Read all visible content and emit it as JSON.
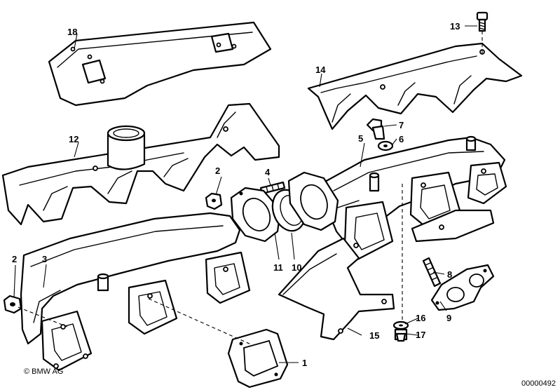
{
  "callouts": {
    "c1": "1",
    "c2a": "2",
    "c2b": "2",
    "c3": "3",
    "c4": "4",
    "c5": "5",
    "c6": "6",
    "c7": "7",
    "c8": "8",
    "c9": "9",
    "c10": "10",
    "c11": "11",
    "c12": "12",
    "c13": "13",
    "c14": "14",
    "c15": "15",
    "c16": "16",
    "c17": "17",
    "c18": "18"
  },
  "footer": {
    "copyright": "© BMW AG",
    "doc_number": "00000492"
  },
  "colors": {
    "line": "#000000",
    "background": "#ffffff"
  }
}
